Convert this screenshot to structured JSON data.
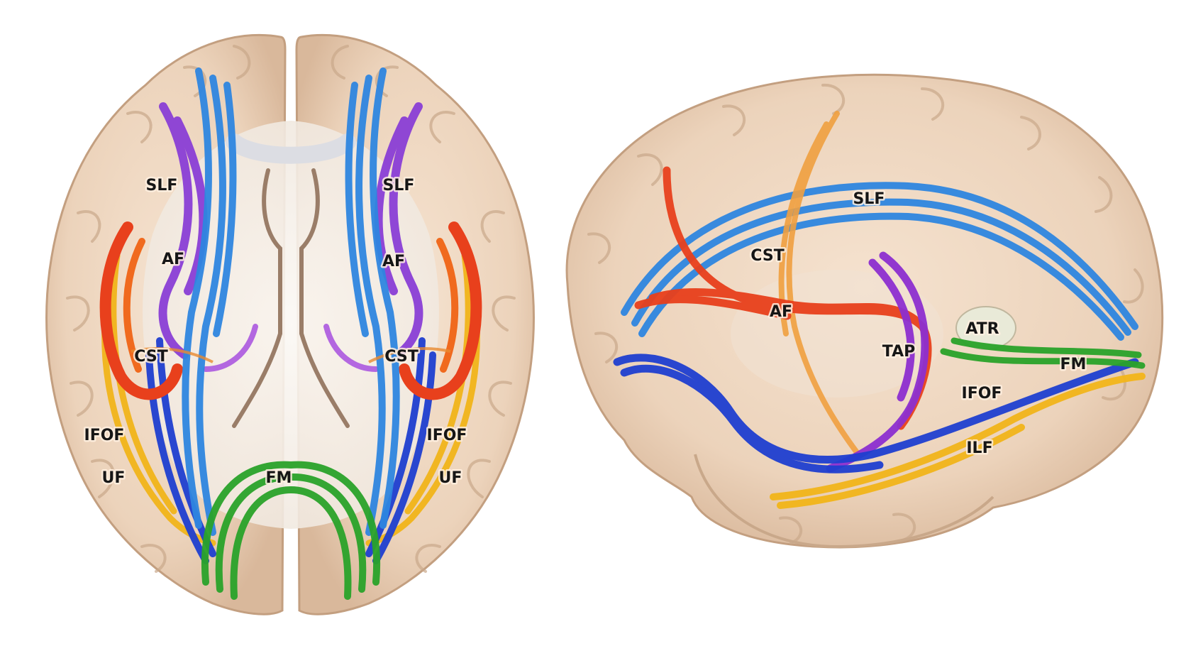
{
  "axial_view": {
    "labels": {
      "slf_left": "SLF",
      "slf_right": "SLF",
      "af_left": "AF",
      "af_right": "AF",
      "cst_left": "CST",
      "cst_right": "CST",
      "ifof_left": "IFOF",
      "ifof_right": "IFOF",
      "uf_left": "UF",
      "uf_right": "UF",
      "fm": "FM"
    }
  },
  "sagittal_view": {
    "labels": {
      "slf": "SLF",
      "cst": "CST",
      "af": "AF",
      "atr": "ATR",
      "tap": "TAP",
      "fm": "FM",
      "ifof": "IFOF",
      "ilf": "ILF"
    }
  },
  "colors": {
    "brain_surface": "#ecd3bb",
    "brain_shadow": "#c9a88a",
    "white_matter": "#f4ede6",
    "slf": "#2f86e0",
    "af": "#8a3fd6",
    "cst": "#e8401c",
    "ifof": "#1f3fd0",
    "uf": "#f2b51a",
    "fm": "#2aa32a",
    "atr": "#e9ead8",
    "tap": "#8d2fd0",
    "ilf": "#f2b51a",
    "cst_sagittal": "#f0a040"
  }
}
